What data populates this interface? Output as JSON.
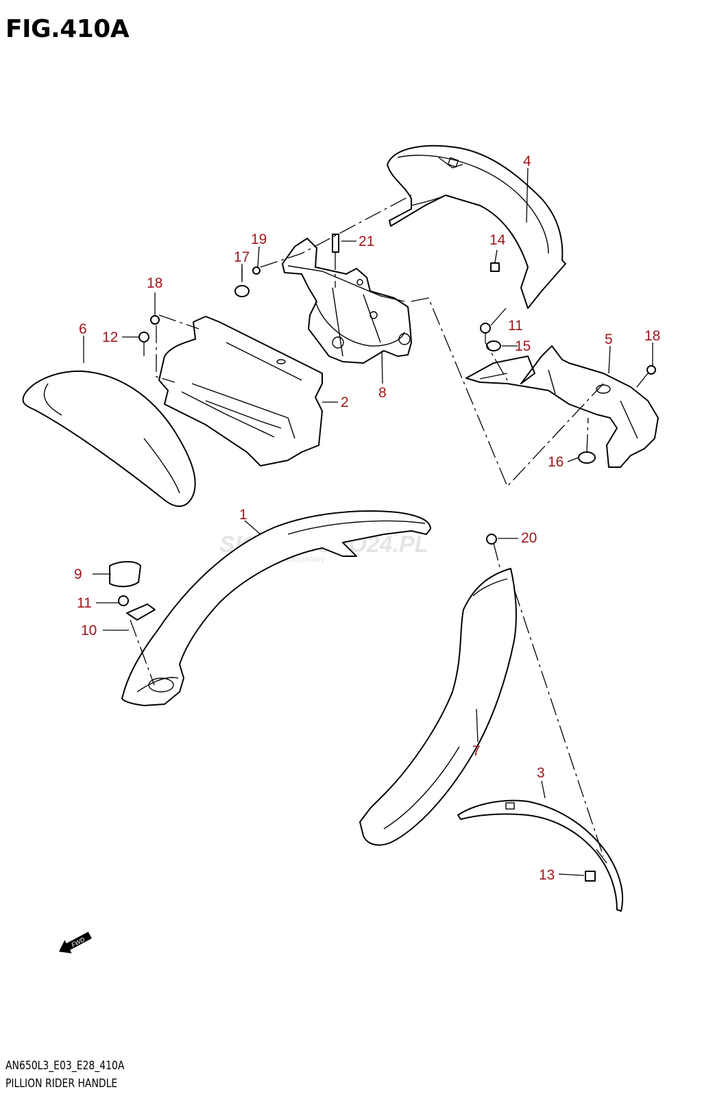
{
  "figure": {
    "title": "FIG.410A",
    "model_code": "AN650L3_E03_E28_410A",
    "name": "PILLION RIDER HANDLE",
    "fwd_label": "FWD"
  },
  "watermark": {
    "main": "SKLEPMOTO24.PL",
    "sub": "internetowy sklep motocyklowy"
  },
  "callouts": [
    "1",
    "2",
    "3",
    "4",
    "5",
    "6",
    "7",
    "8",
    "9",
    "10",
    "11",
    "11",
    "12",
    "13",
    "14",
    "15",
    "16",
    "17",
    "18",
    "18",
    "19",
    "20",
    "21"
  ],
  "colors": {
    "callout": "#a0161b",
    "line": "#000000"
  }
}
